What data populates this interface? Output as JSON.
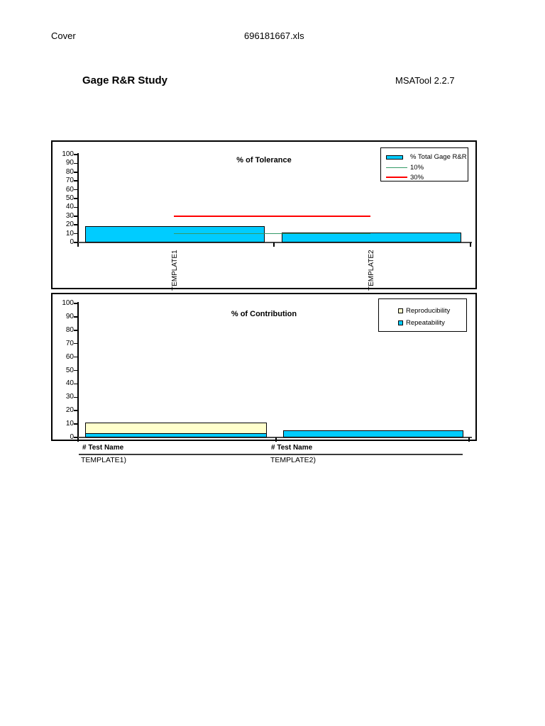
{
  "page": {
    "sheet_label": "Cover",
    "file_name": "696181667.xls",
    "title": "Gage R&R Study",
    "tool_version": "MSATool 2.2.7"
  },
  "colors": {
    "total_gage_rr": "#00CCFF",
    "reproducibility": "#FFFFCC",
    "repeatability": "#00CCFF",
    "ref_10pct": "#339966",
    "ref_30pct": "#FF0000",
    "axis_line": "#4A4A4A"
  },
  "chart_data": [
    {
      "type": "bar",
      "title": "% of Tolerance",
      "categories": [
        "TEMPLATE1",
        "TEMPLATE2"
      ],
      "series": [
        {
          "name": "% Total Gage R&R",
          "color": "#00CCFF",
          "values": [
            18.5,
            11.5
          ]
        }
      ],
      "reference_lines": [
        {
          "label": "10%",
          "value": 10,
          "color": "#339966"
        },
        {
          "label": "30%",
          "value": 30,
          "color": "#FF0000"
        }
      ],
      "ylim": [
        0,
        100
      ],
      "ytick_interval": 10,
      "xlabel": "",
      "ylabel": "",
      "legend_position": "top-right",
      "grid": false
    },
    {
      "type": "bar",
      "title": "% of Contribution",
      "categories": [
        "TEMPLATE1",
        "TEMPLATE2"
      ],
      "series": [
        {
          "name": "Reproducibility",
          "color": "#FFFFCC",
          "values": [
            11,
            0
          ]
        },
        {
          "name": "Repeatability",
          "color": "#00CCFF",
          "values": [
            3,
            5.5
          ]
        }
      ],
      "ylim": [
        0,
        100
      ],
      "ytick_interval": 10,
      "xlabel": "",
      "ylabel": "",
      "legend_position": "top-right",
      "grid": false,
      "bar_layout": "overlapped"
    }
  ],
  "footer": {
    "groups": [
      {
        "header": "# Test Name",
        "value": "TEMPLATE1)"
      },
      {
        "header": "# Test Name",
        "value": "TEMPLATE2)"
      }
    ]
  }
}
